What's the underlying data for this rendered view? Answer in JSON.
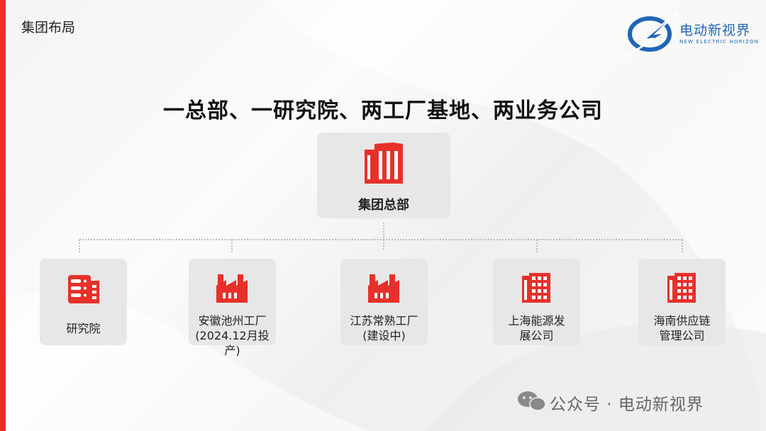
{
  "section_title": "集团布局",
  "logo": {
    "name_cn": "电动新视界",
    "name_en": "NEW ELECTRIC HORIZON",
    "icon": "lightning-circle-logo"
  },
  "headline": "一总部、一研究院、两工厂基地、两业务公司",
  "hq": {
    "label": "集团总部",
    "icon": "office-building-icon"
  },
  "units": [
    {
      "line1": "研究院",
      "line2": "",
      "icon": "server-building-icon"
    },
    {
      "line1": "安徽池州工厂",
      "line2": "(2024.12月投产)",
      "icon": "factory-icon"
    },
    {
      "line1": "江苏常熟工厂",
      "line2": "(建设中)",
      "icon": "factory-icon"
    },
    {
      "line1": "上海能源发",
      "line2": "展公司",
      "icon": "office-tower-icon"
    },
    {
      "line1": "海南供应链",
      "line2": "管理公司",
      "icon": "office-tower-icon"
    }
  ],
  "watermark": {
    "text": "公众号 · 电动新视界",
    "icon": "wechat-icon"
  },
  "colors": {
    "accent": "#e8302a",
    "brand_blue": "#1f66b8",
    "card": "#e7e7e7"
  }
}
